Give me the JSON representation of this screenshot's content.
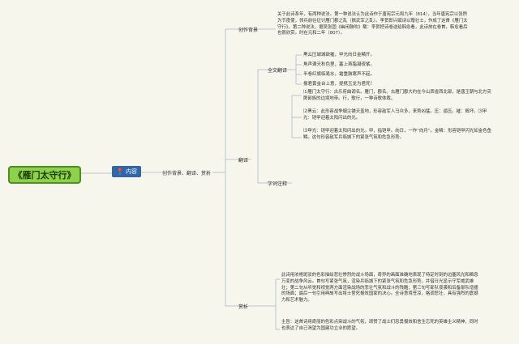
{
  "root": {
    "title": "《雁门太守行》"
  },
  "hub": {
    "label": "内容"
  },
  "branch": {
    "label": "创作背景、翻译、赏析"
  },
  "background": {
    "label": "创作背景",
    "text": "关于此诗系年，有两种说法。第一种说法认为此诗作于唐宪宗元和九年（814），当年唐宪宗以张煦为节度使，领兵前往征讨雁门郡之乱（振武军之乱）。李贺即兴赋诗以赠壮士，作成了这首《雁门太守行》。第二种说法，据吴张固《幽闲鼓吹》载：李贺把诗卷送给韩愈看，此诗放在卷首，韩愈看后也很欣赏。时在元和二年（807）。"
  },
  "translation": {
    "label": "翻译",
    "full": {
      "label": "全文翻译",
      "lines": [
        "黑云压城城欲摧，甲光向日金鳞开。",
        "角声满天秋色里，塞上燕脂凝夜紫。",
        "半卷红旗临易水，霜重鼓寒声不起。",
        "报君黄金台上意，提携玉龙为君死！"
      ]
    },
    "notes": {
      "label": "字词注释",
      "items": [
        "⑴雁门太守行：古乐府曲调名。雁门，郡名。古雁门郡大约在今山西省西北部，是唐王朝与北方突厥部族的边境地带。行，歌行，一种诗歌体裁。",
        "⑵黑云：此形容战争烟尘铺天盖地，形容敌军人马众多，来势凶猛。压：逼压。摧：毁坏。⑶甲光：铠甲迎着太阳闪出的光。",
        "⑶甲光：铠甲迎着太阳闪出的光。甲，指铠甲。向日，一作“向月”。金鳞：形容铠甲闪光如金色鱼鳞。这句形容敌军兵临城下的紧张气氛和危急形势。"
      ]
    }
  },
  "appreciation": {
    "label": "赏析",
    "items": [
      "此诗用浓艳斑驳的色彩描绘悲壮惨烈的战斗场面，奇异的画面准确地表现了特定时刻的边塞风光和瞬息万变的战争风云。首句写紧张气氛，渲染兵临城下的紧张气氛和危急形势，并借日光显示守军威武雄壮；第二句从听觉和视觉两方面渲染战场的悲壮气氛和战斗的残酷；第三句写部队夜袭和后备部队增援的场面；最后一句引用典故写出将士誓死报效国家的决心。全诗意境苍凉，格调悲壮，具有强烈的震撼力和艺术魅力。",
      "主旨：这首诗用奇丽的色彩点染战斗的气氛，颂赞了战士们忠勇报效和舍生忘死的英雄主义精神，同时也表达了自己渴望为国建功立业的愿望。"
    ]
  },
  "colors": {
    "root_fill": "#8ed14b",
    "hub_fill": "#2f67a8",
    "line": "#a8b9cc"
  }
}
